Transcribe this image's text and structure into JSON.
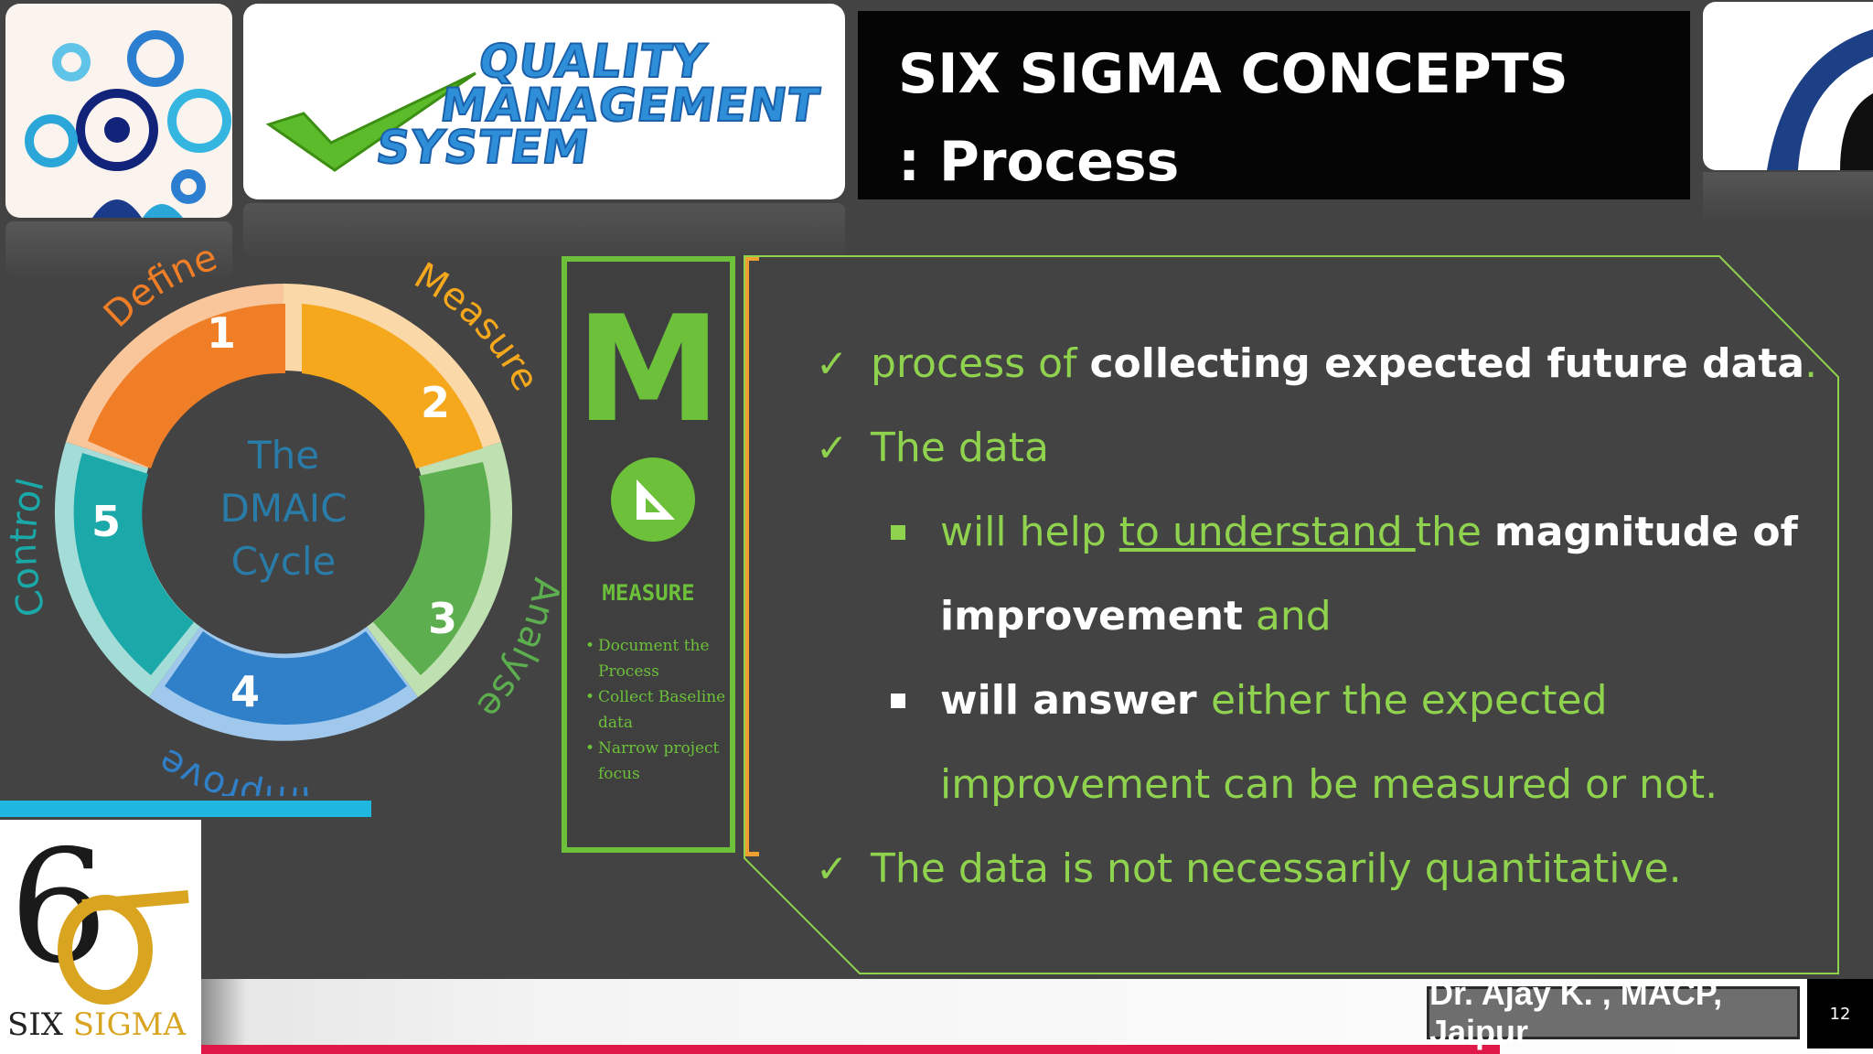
{
  "top_tiles": {
    "qms": {
      "line1": "QUALITY",
      "line2": "MANAGEMENT",
      "line3": "SYSTEM"
    }
  },
  "title": {
    "line1": "SIX SIGMA CONCEPTS",
    "line2": ": Process"
  },
  "dmaic": {
    "center": [
      "The",
      "DMAIC",
      "Cycle"
    ],
    "phases": [
      {
        "num": "1",
        "label": "Define",
        "color": "#f07e26"
      },
      {
        "num": "2",
        "label": "Measure",
        "color": "#f5a81c"
      },
      {
        "num": "3",
        "label": "Analyse",
        "color": "#5cae4e"
      },
      {
        "num": "4",
        "label": "Improve",
        "color": "#2f80c8"
      },
      {
        "num": "5",
        "label": "Control",
        "color": "#1aa8a8"
      }
    ]
  },
  "measure_panel": {
    "letter": "M",
    "icon": "set-square-icon",
    "label": "MEASURE",
    "items": [
      "Document the Process",
      "Collect Baseline data",
      "Narrow project focus"
    ]
  },
  "content": {
    "b1_green": "process of ",
    "b1_white": "collecting expected future data",
    "b1_end": ".",
    "b2": "The data",
    "s1_a": "will help ",
    "s1_b": "to understand ",
    "s1_c": "the ",
    "s1_d": "magnitude of",
    "s1_e": "improvement",
    "s1_f": " and",
    "s2_a": "will answer ",
    "s2_b": "either the expected",
    "s2_c": "improvement can be measured or not.",
    "b3": "The data is not necessarily quantitative."
  },
  "footer": {
    "author": "Dr. Ajay K. , MACP, Jaipur",
    "page": "12",
    "logo_text_a": "SIX ",
    "logo_text_b": "SIGMA"
  },
  "colors": {
    "accent_green": "#8fd24e",
    "bracket_orange": "#f0a030",
    "stripe_red": "#e0184a",
    "bar_cyan": "#1fb6e0"
  }
}
